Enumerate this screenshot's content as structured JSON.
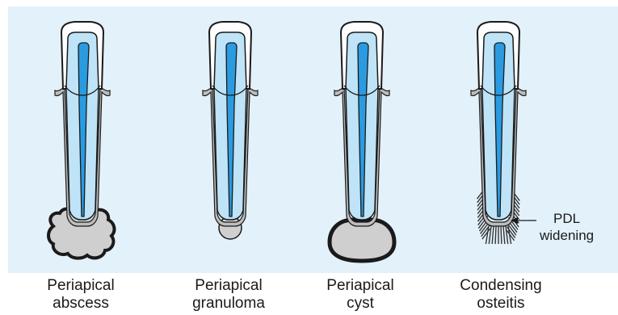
{
  "colors": {
    "background": "#e3f1fb",
    "enamel": "#ffffff",
    "dentin": "#bfe3f7",
    "pulp": "#2a9be0",
    "root_outline": "#8a8a8a",
    "lesion_fill": "#cfcfcf",
    "outline": "#1a1a1a"
  },
  "teeth": [
    {
      "caption_line1": "Periapical",
      "caption_line2": "abscess",
      "lesion": "irregular"
    },
    {
      "caption_line1": "Periapical",
      "caption_line2": "granuloma",
      "lesion": "small-round"
    },
    {
      "caption_line1": "Periapical",
      "caption_line2": "cyst",
      "lesion": "round-thick-wall"
    },
    {
      "caption_line1": "Condensing",
      "caption_line2": "osteitis",
      "lesion": "radiating-lines"
    }
  ],
  "annotation": {
    "line1": "PDL",
    "line2": "widening"
  }
}
